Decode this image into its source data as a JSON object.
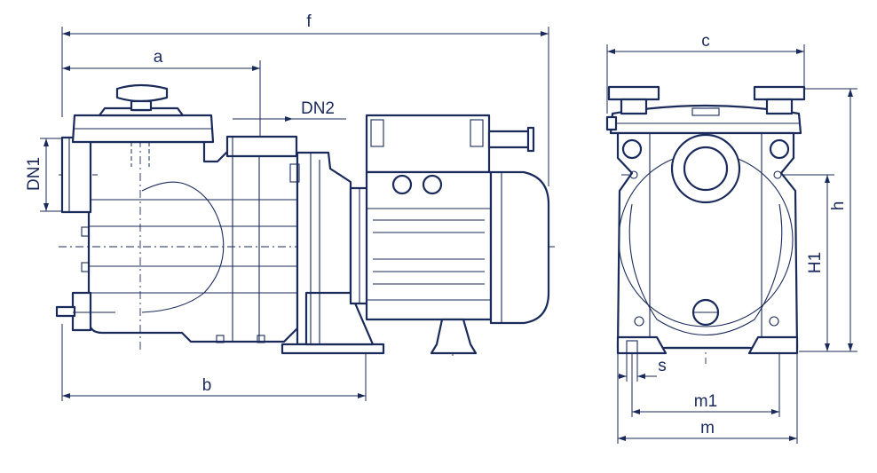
{
  "diagram": {
    "labels": {
      "f": "f",
      "a": "a",
      "b": "b",
      "dn1": "DN1",
      "dn2": "DN2",
      "c": "c",
      "h": "h",
      "h1": "H1",
      "s": "s",
      "m1": "m1",
      "m": "m"
    },
    "colors": {
      "line": "#1a2a5a",
      "background": "#ffffff"
    }
  }
}
